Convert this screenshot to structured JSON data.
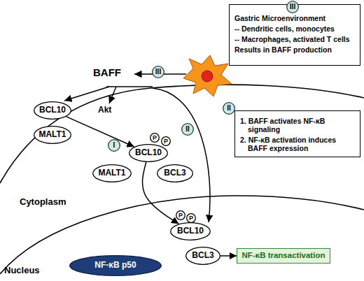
{
  "diagram": {
    "nodes": [
      {
        "text": [
          "Gastric Microenvironment",
          "-- Dendritic cells, monocytes",
          "-- Macrophages, activated T cells",
          "Results in BAFF production"
        ]
      },
      {
        "text": [
          "III"
        ]
      },
      {
        "text": [
          "III"
        ]
      },
      {
        "text": [
          "BCL10"
        ]
      },
      {
        "text": [
          "MALT1"
        ]
      },
      {
        "text": [
          "II"
        ]
      },
      {
        "text": [
          "1. BAFF activates NF-κB signaling",
          "2. NF-κB activation induces BAFF expression"
        ]
      },
      {
        "text": [
          "II"
        ]
      },
      {
        "text": [
          "I"
        ]
      },
      {
        "text": [
          "P"
        ]
      },
      {
        "text": [
          "P"
        ]
      },
      {
        "text": [
          "BCL10"
        ]
      },
      {
        "text": [
          "MALT1"
        ]
      },
      {
        "text": [
          "BCL3"
        ]
      },
      {
        "text": [
          "P"
        ]
      },
      {
        "text": [
          "P"
        ]
      },
      {
        "text": [
          "BCL10"
        ]
      },
      {
        "text": [
          "BCL3"
        ]
      },
      {
        "text": [
          "NF-κB p50"
        ]
      },
      {
        "text": [
          "NF-κB transactivation"
        ]
      }
    ],
    "edges": [
      {
        "from": 3,
        "to": 11,
        "arrow": "to"
      },
      {
        "from": 11,
        "to": 16,
        "arrow": "to"
      },
      {
        "from": 17,
        "to": 19,
        "arrow": "to"
      }
    ],
    "labels": [
      "BAFF",
      "Akt",
      "Cytoplasm",
      "Nucleus"
    ]
  }
}
